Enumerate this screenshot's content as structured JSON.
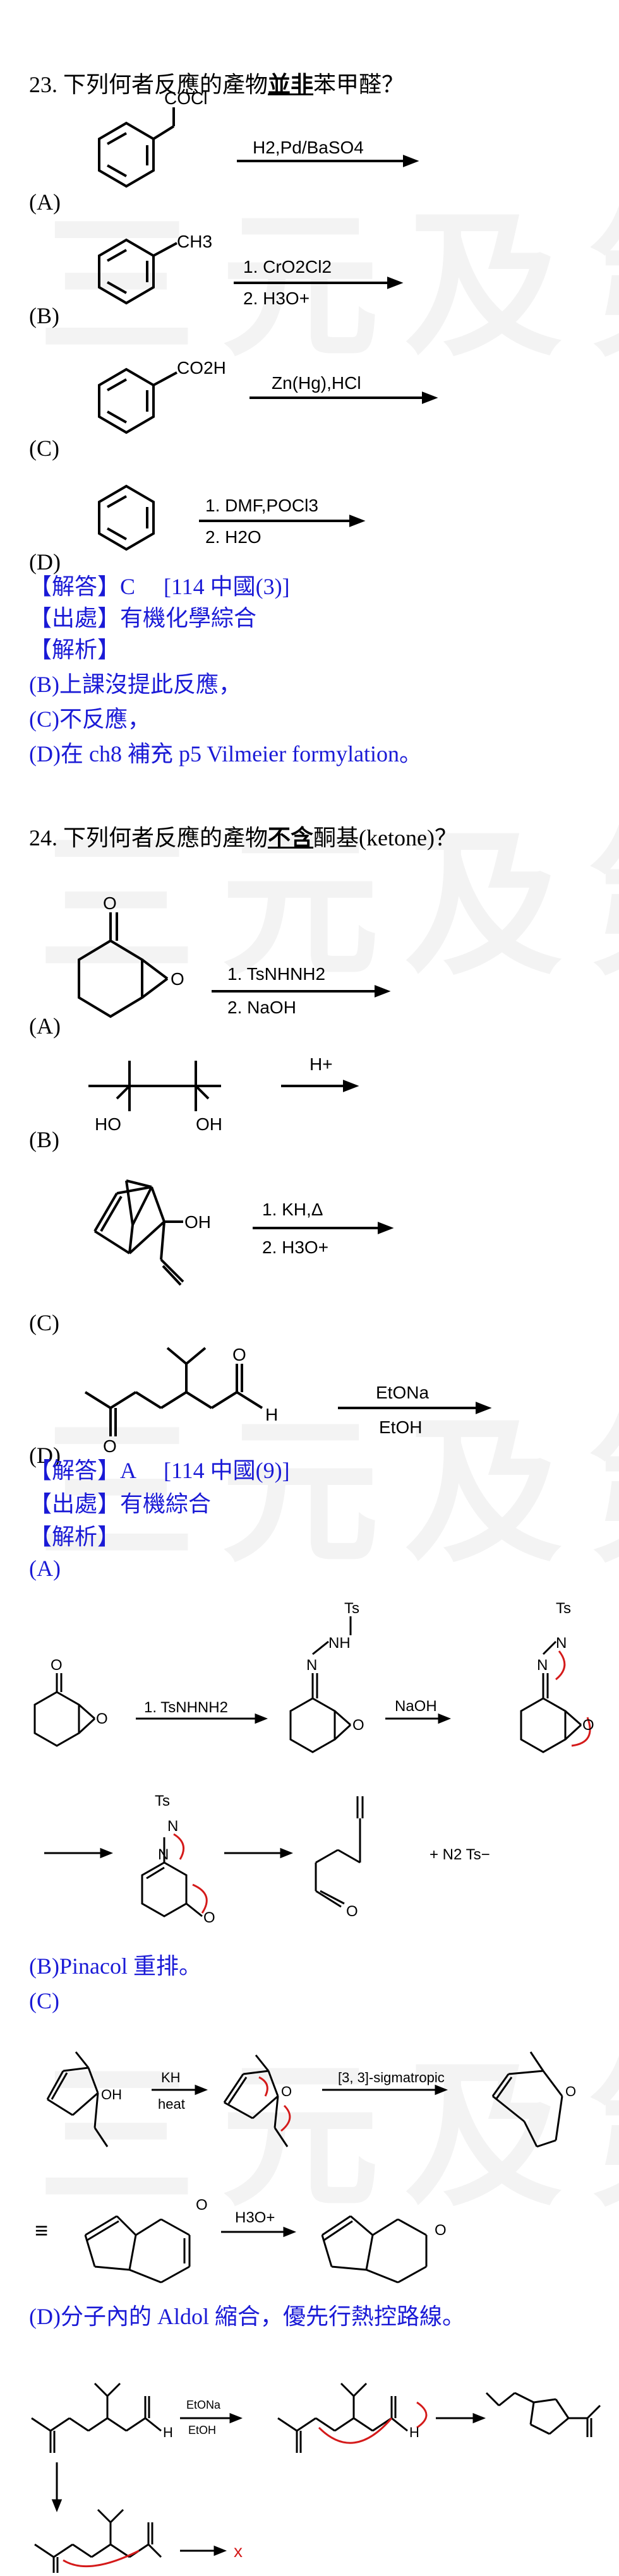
{
  "watermark": "三元及第",
  "q23": {
    "title_prefix": "23. 下列何者反應的產物",
    "title_emph": "並非",
    "title_suffix": "苯甲醛？",
    "options": [
      {
        "label": "(A)",
        "substituent": "COCl",
        "reagent1": "H2,Pd/BaSO4",
        "reagent2": ""
      },
      {
        "label": "(B)",
        "substituent": "CH3",
        "reagent1": "1. CrO2Cl2",
        "reagent2": "2. H3O+"
      },
      {
        "label": "(C)",
        "substituent": "CO2H",
        "reagent1": "Zn(Hg),HCl",
        "reagent2": ""
      },
      {
        "label": "(D)",
        "substituent": "",
        "reagent1": "1. DMF,POCl3",
        "reagent2": "2. H2O"
      }
    ],
    "answer": "【解答】C　 [114 中國(3)]",
    "source": "【出處】有機化學綜合",
    "analysis_title": "【解析】",
    "analysis": [
      "(B)上課沒提此反應，",
      "(C)不反應，",
      "(D)在 ch8 補充 p5 Vilmeier formylation。"
    ]
  },
  "q24": {
    "title_prefix": "24. 下列何者反應的產物",
    "title_emph": "不含",
    "title_suffix": "酮基(ketone)？",
    "options": [
      {
        "label": "(A)",
        "reagent1": "1. TsNHNH2",
        "reagent2": "2. NaOH",
        "atom": "O"
      },
      {
        "label": "(B)",
        "reagent1": "H+",
        "reagent2": "",
        "atom1": "HO",
        "atom2": "OH"
      },
      {
        "label": "(C)",
        "reagent1": "1. KH,Δ",
        "reagent2": "2. H3O+",
        "atom": "OH"
      },
      {
        "label": "(D)",
        "reagent1": "EtONa",
        "reagent2": "EtOH",
        "atom": "H"
      }
    ],
    "answer": "【解答】A　 [114 中國(9)]",
    "source": "【出處】有機綜合",
    "analysis_title": "【解析】",
    "a_label": "(A)",
    "mech_a": {
      "reagent1": "1. TsNHNH2",
      "reagent2": "NaOH",
      "ts": "Ts",
      "nh": "NH",
      "n": "N",
      "o": "O",
      "products": "+ N2   Ts−"
    },
    "b_text": "(B)Pinacol  重排。",
    "c_label": "(C)",
    "mech_c": {
      "kh": "KH",
      "heat": "heat",
      "sigmatropic": "[3, 3]-sigmatropic",
      "h3o": "H3O+",
      "equiv": "≡"
    },
    "d_text": "(D)分子內的 Aldol 縮合，優先行熱控路線。",
    "mech_d": {
      "reagent1": "EtONa",
      "reagent2": "EtOH",
      "fail": "x"
    }
  }
}
